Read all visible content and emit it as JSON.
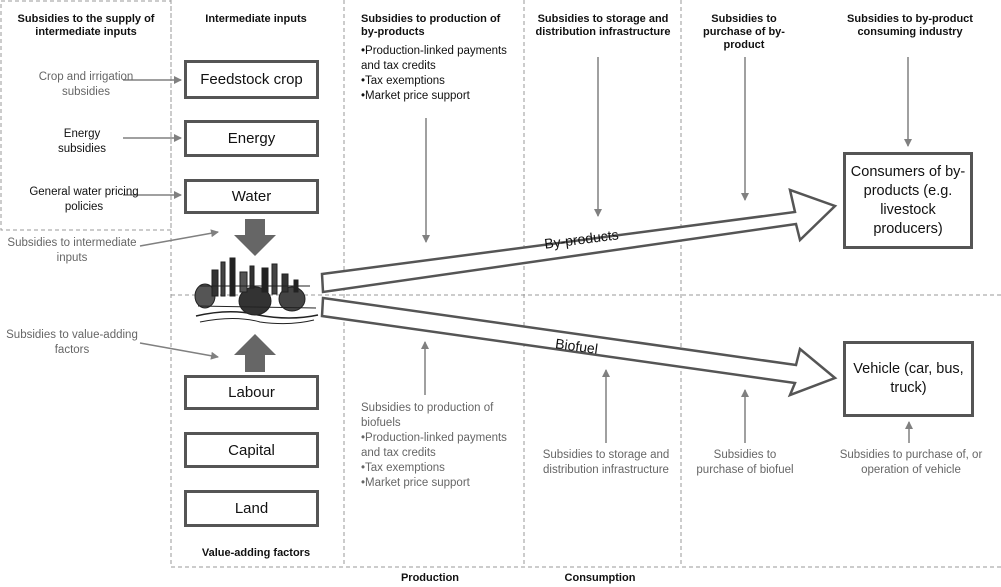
{
  "headers": {
    "supply_inputs": "Subsidies to the supply of intermediate inputs",
    "intermediate_inputs": "Intermediate inputs",
    "production_byproducts": "Subsidies to production of by-products",
    "storage_distribution": "Subsidies to storage and distribution infrastructure",
    "purchase_byproduct": "Subsidies to purchase of by-product",
    "byproduct_industry": "Subsidies to by-product consuming industry",
    "value_adding_factors": "Value-adding factors",
    "production": "Production",
    "consumption": "Consumption"
  },
  "supply_subsidies": {
    "crop": "Crop and irrigation subsidies",
    "energy": "Energy subsidies",
    "water": "General water pricing policies"
  },
  "side_labels": {
    "intermediate": "Subsidies to intermediate inputs",
    "value_adding": "Subsidies to value-adding factors"
  },
  "inputs": {
    "feedstock": "Feedstock crop",
    "energy": "Energy",
    "water": "Water"
  },
  "factors": {
    "labour": "Labour",
    "capital": "Capital",
    "land": "Land"
  },
  "byproducts_production_list": {
    "b1": "•Production-linked payments and tax credits",
    "b2": "•Tax exemptions",
    "b3": "•Market price support"
  },
  "biofuel_production": {
    "title": "Subsidies to production of biofuels",
    "b1": "•Production-linked payments and tax credits",
    "b2": "•Tax exemptions",
    "b3": "•Market price support"
  },
  "bottom_labels": {
    "storage": "Subsidies to storage and distribution infrastructure",
    "purchase_biofuel": "Subsidies to purchase of biofuel",
    "vehicle_purchase": "Subsidies to purchase of, or operation of vehicle"
  },
  "consumers": {
    "byproducts": "Consumers of by-products (e.g. livestock producers)",
    "vehicle": "Vehicle (car, bus, truck)"
  },
  "flows": {
    "byproducts": "By-products",
    "biofuel": "Biofuel"
  },
  "colors": {
    "box_border": "#555555",
    "arrow_gray": "#808080",
    "dashed": "#999999",
    "text_gray": "#666666"
  }
}
